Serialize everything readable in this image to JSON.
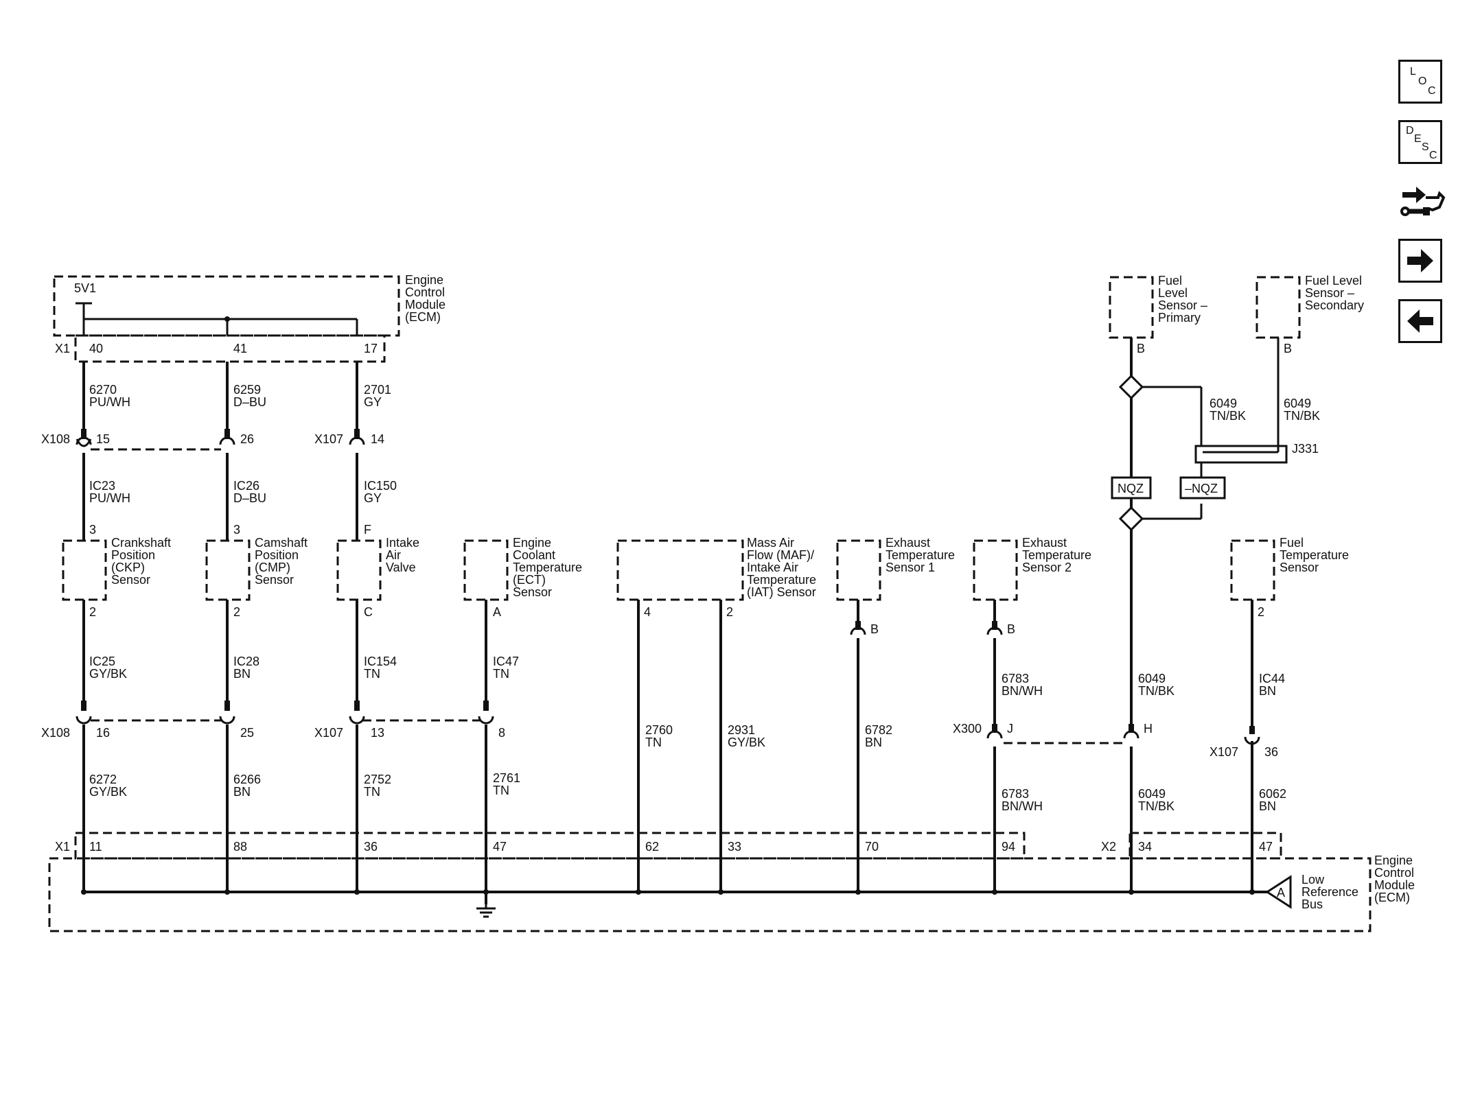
{
  "nav": {
    "loc": [
      "L",
      "O",
      "C"
    ],
    "desc": [
      "D",
      "E",
      "S",
      "C"
    ]
  },
  "ecm_top": {
    "label": [
      "Engine",
      "Control",
      "Module",
      "(ECM)"
    ],
    "supply": "5V1",
    "connector": "X1",
    "pins": [
      "40",
      "41",
      "17"
    ]
  },
  "ecm_bottom": {
    "label": [
      "Engine",
      "Control",
      "Module",
      "(ECM)"
    ],
    "x1": "X1",
    "x1_pins": [
      "11",
      "88",
      "36",
      "47",
      "62",
      "33",
      "70",
      "94"
    ],
    "x2": "X2",
    "x2_pins": [
      "34",
      "47"
    ],
    "low_ref": [
      "Low",
      "Reference",
      "Bus"
    ],
    "low_ref_pin": "A"
  },
  "wires_top": [
    [
      "6270",
      "PU/WH"
    ],
    [
      "6259",
      "D–BU"
    ],
    [
      "2701",
      "GY"
    ]
  ],
  "inline_top": {
    "x108": "X108",
    "x108_pins": [
      "15",
      "26"
    ],
    "x107": "X107",
    "x107_pin": "14"
  },
  "wires_mid_top": [
    [
      "IC23",
      "PU/WH"
    ],
    [
      "IC26",
      "D–BU"
    ],
    [
      "IC150",
      "GY"
    ]
  ],
  "sensors": [
    {
      "top_pin": "3",
      "bottom_pin": "2",
      "label": [
        "Crankshaft",
        "Position",
        "(CKP)",
        "Sensor"
      ]
    },
    {
      "top_pin": "3",
      "bottom_pin": "2",
      "label": [
        "Camshaft",
        "Position",
        "(CMP)",
        "Sensor"
      ]
    },
    {
      "top_pin": "F",
      "bottom_pin": "C",
      "label": [
        "Intake",
        "Air",
        "Valve"
      ]
    },
    {
      "bottom_pin": "A",
      "label": [
        "Engine",
        "Coolant",
        "Temperature",
        "(ECT)",
        "Sensor"
      ]
    },
    {
      "pins": [
        "4",
        "2"
      ],
      "label": [
        "Mass Air",
        "Flow (MAF)/",
        "Intake Air",
        "Temperature",
        "(IAT) Sensor"
      ]
    },
    {
      "bottom_pin": "B",
      "label": [
        "Exhaust",
        "Temperature",
        "Sensor 1"
      ]
    },
    {
      "bottom_pin": "B",
      "label": [
        "Exhaust",
        "Temperature",
        "Sensor 2"
      ]
    },
    {
      "bottom_pin": "2",
      "label": [
        "Fuel",
        "Temperature",
        "Sensor"
      ]
    }
  ],
  "wires_mid_bottom": [
    [
      "IC25",
      "GY/BK"
    ],
    [
      "IC28",
      "BN"
    ],
    [
      "IC154",
      "TN"
    ],
    [
      "IC47",
      "TN"
    ],
    [
      "2760",
      "TN"
    ],
    [
      "2931",
      "GY/BK"
    ],
    [
      "6782",
      "BN"
    ],
    [
      "6783",
      "BN/WH"
    ],
    [
      "6049",
      "TN/BK"
    ],
    [
      "IC44",
      "BN"
    ]
  ],
  "inline_bottom": {
    "x108": "X108",
    "x108_pins": [
      "16",
      "25"
    ],
    "x107": "X107",
    "x107_pins": [
      "13",
      "8"
    ],
    "x300": "X300",
    "x300_pins": [
      "J",
      "H"
    ],
    "x107b": "X107",
    "x107b_pin": "36"
  },
  "wires_bottom": [
    [
      "6272",
      "GY/BK"
    ],
    [
      "6266",
      "BN"
    ],
    [
      "2752",
      "TN"
    ],
    [
      "2761",
      "TN"
    ],
    [
      "6783",
      "BN/WH"
    ],
    [
      "6049",
      "TN/BK"
    ],
    [
      "6062",
      "BN"
    ]
  ],
  "fuel": {
    "primary": [
      "Fuel",
      "Level",
      "Sensor –",
      "Primary"
    ],
    "secondary": [
      "Fuel Level",
      "Sensor –",
      "Secondary"
    ],
    "primary_pin": "B",
    "secondary_pin": "B",
    "wire_primary": [
      "6049",
      "TN/BK"
    ],
    "wire_secondary": [
      "6049",
      "TN/BK"
    ],
    "splice": "J331",
    "nqz": "NQZ",
    "nqz_neg": "–NQZ"
  }
}
